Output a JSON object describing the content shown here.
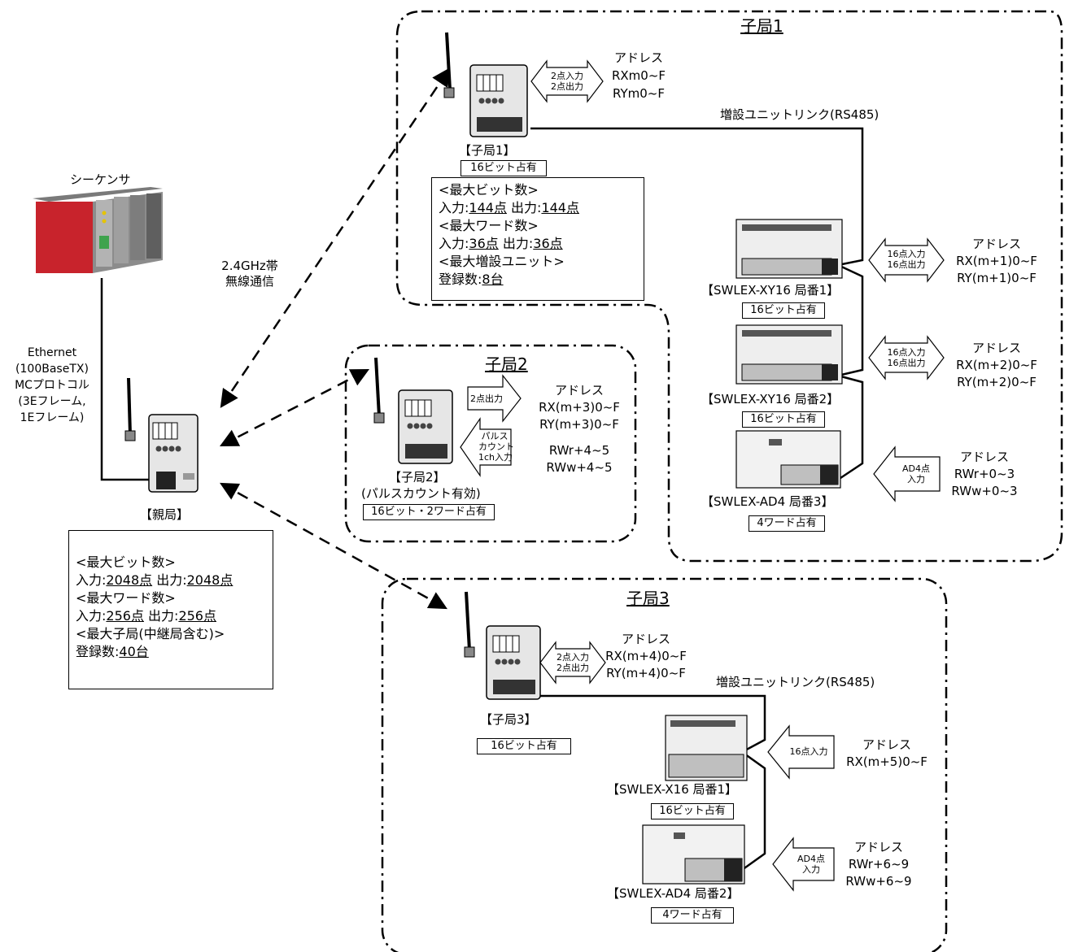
{
  "plc": {
    "label": "シーケンサ"
  },
  "wireless": {
    "line1": "2.4GHz帯",
    "line2": "無線通信"
  },
  "ethernet": {
    "lines": [
      "Ethernet",
      "(100BaseTX)",
      "MCプロトコル",
      "(3Eフレーム,",
      "1Eフレーム)"
    ]
  },
  "master": {
    "label": "【親局】",
    "info": {
      "l1": "<最大ビット数>",
      "l2_pre": "入力:",
      "l2_in": "2048点",
      "l2_mid": " 出力:",
      "l2_out": "2048点",
      "l3": "<最大ワード数>",
      "l4_pre": "入力:",
      "l4_in": "256点",
      "l4_mid": "  出力:",
      "l4_out": "256点",
      "l5": "<最大子局(中継局含む)>",
      "l6_pre": "登録数:",
      "l6_val": "40台"
    }
  },
  "slave1": {
    "title": "子局1",
    "label": "【子局1】",
    "occupancy": "16ビット占有",
    "io_label_1": "2点入力",
    "io_label_2": "2点出力",
    "addr_title": "アドレス",
    "addr_1": "RXm0~F",
    "addr_2": "RYm0~F",
    "link_label": "増設ユニットリンク(RS485)",
    "info": {
      "l1": "<最大ビット数>",
      "l2_pre": "入力:",
      "l2_in": "144点",
      "l2_mid": " 出力:",
      "l2_out": "144点",
      "l3": "<最大ワード数>",
      "l4_pre": "入力:",
      "l4_in": "36点",
      "l4_mid": "  出力:",
      "l4_out": "36点",
      "l5": "<最大増設ユニット>",
      "l6_pre": "登録数:",
      "l6_val": "8台"
    },
    "units": [
      {
        "label": "【SWLEX-XY16 局番1】",
        "occupancy": "16ビット占有",
        "io_1": "16点入力",
        "io_2": "16点出力",
        "addr_title": "アドレス",
        "addr_1": "RX(m+1)0~F",
        "addr_2": "RY(m+1)0~F"
      },
      {
        "label": "【SWLEX-XY16 局番2】",
        "occupancy": "16ビット占有",
        "io_1": "16点入力",
        "io_2": "16点出力",
        "addr_title": "アドレス",
        "addr_1": "RX(m+2)0~F",
        "addr_2": "RY(m+2)0~F"
      },
      {
        "label": "【SWLEX-AD4 局番3】",
        "occupancy": "4ワード占有",
        "io_1": "AD4点",
        "io_2": "入力",
        "addr_title": "アドレス",
        "addr_1": "RWr+0~3",
        "addr_2": "RWw+0~3"
      }
    ]
  },
  "slave2": {
    "title": "子局2",
    "label": "【子局2】",
    "sublabel": "(パルスカウント有効)",
    "occupancy": "16ビット・2ワード占有",
    "out_label": "2点出力",
    "pulse_1": "パルス",
    "pulse_2": "カウント",
    "pulse_3": "1ch入力",
    "addr_title": "アドレス",
    "addr_1": "RX(m+3)0~F",
    "addr_2": "RY(m+3)0~F",
    "addr_3": "RWr+4~5",
    "addr_4": "RWw+4~5"
  },
  "slave3": {
    "title": "子局3",
    "label": "【子局3】",
    "occupancy": "16ビット占有",
    "io_label_1": "2点入力",
    "io_label_2": "2点出力",
    "addr_title": "アドレス",
    "addr_1": "RX(m+4)0~F",
    "addr_2": "RY(m+4)0~F",
    "link_label": "増設ユニットリンク(RS485)",
    "units": [
      {
        "label": "【SWLEX-X16 局番1】",
        "occupancy": "16ビット占有",
        "io_1": "16点入力",
        "addr_title": "アドレス",
        "addr_1": "RX(m+5)0~F"
      },
      {
        "label": "【SWLEX-AD4 局番2】",
        "occupancy": "4ワード占有",
        "io_1": "AD4点",
        "io_2": "入力",
        "addr_title": "アドレス",
        "addr_1": "RWr+6~9",
        "addr_2": "RWw+6~9"
      }
    ]
  },
  "colors": {
    "plc_red": "#c8232c",
    "plc_gray": "#9a9a9a",
    "device_gray": "#d9d9d9"
  }
}
